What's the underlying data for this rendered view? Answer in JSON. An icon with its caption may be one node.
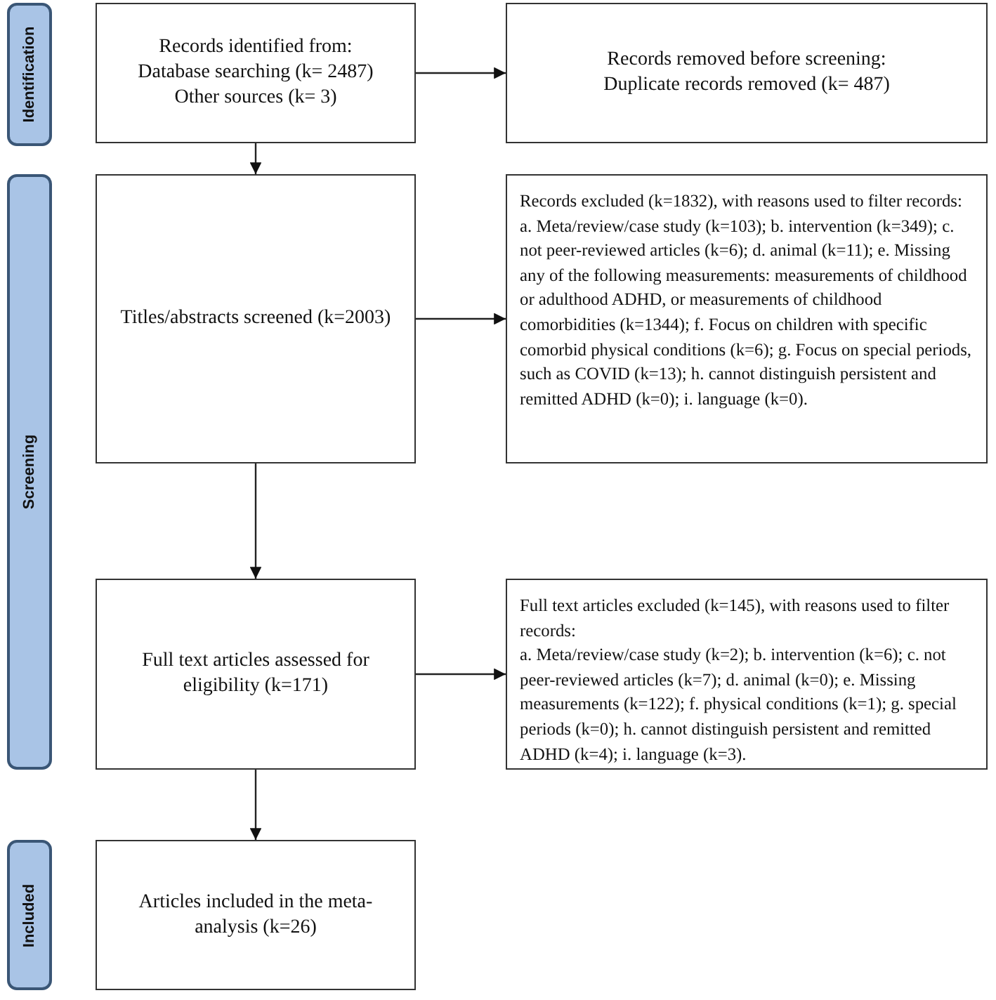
{
  "diagram": {
    "nodes": [
      {
        "text": [
          "Identification"
        ]
      },
      {
        "text": [
          "Screening"
        ]
      },
      {
        "text": [
          "Included"
        ]
      },
      {
        "text": [
          "Records identified from:",
          "Database searching (k= 2487)",
          "Other sources (k= 3)"
        ]
      },
      {
        "text": [
          "Records removed before screening:",
          "Duplicate records removed (k= 487)"
        ]
      },
      {
        "text": [
          "Titles/abstracts screened (k=2003)"
        ]
      },
      {
        "text": [
          "Records excluded (k=1832), with reasons used to filter records:",
          "a. Meta/review/case study (k=103); b. intervention (k=349); c. not peer-reviewed articles (k=6); d. animal (k=11); e. Missing any of the following measurements: measurements of childhood or adulthood ADHD, or measurements of childhood comorbidities (k=1344); f. Focus on children with specific comorbid physical conditions (k=6); g. Focus on special periods, such as COVID (k=13); h. cannot distinguish persistent and remitted ADHD (k=0); i. language (k=0)."
        ]
      },
      {
        "text": [
          "Full text articles assessed for eligibility (k=171)"
        ]
      },
      {
        "text": [
          "Full text articles excluded (k=145), with reasons used to filter records:",
          "a. Meta/review/case study (k=2); b. intervention (k=6); c. not peer-reviewed articles (k=7); d. animal (k=0); e. Missing measurements (k=122); f. physical conditions (k=1); g. special periods (k=0); h. cannot distinguish persistent and remitted ADHD (k=4); i. language (k=3)."
        ]
      },
      {
        "text": [
          "Articles included in the meta-analysis (k=26)"
        ]
      }
    ],
    "edges": [
      {
        "from": 3,
        "to": 4,
        "arrow": "to"
      },
      {
        "from": 3,
        "to": 5,
        "arrow": "to"
      },
      {
        "from": 5,
        "to": 6,
        "arrow": "to"
      },
      {
        "from": 5,
        "to": 7,
        "arrow": "to"
      },
      {
        "from": 7,
        "to": 8,
        "arrow": "to"
      },
      {
        "from": 7,
        "to": 9,
        "arrow": "to"
      }
    ]
  }
}
